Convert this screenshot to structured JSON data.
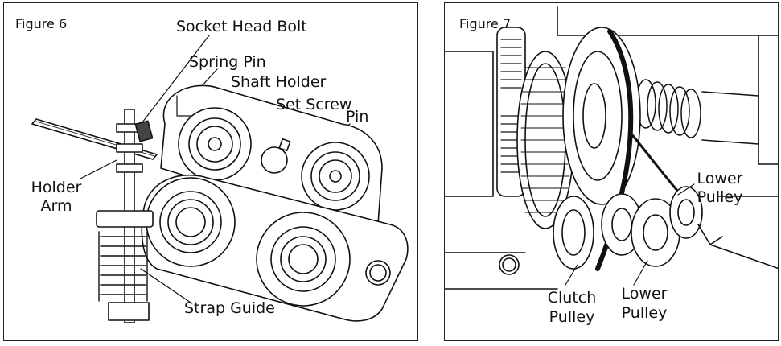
{
  "figure6": {
    "title": "Figure 6",
    "labels": {
      "socket_head_bolt": "Socket Head Bolt",
      "spring_pin": "Spring Pin",
      "shaft_holder": "Shaft Holder",
      "set_screw": "Set Screw",
      "pin": "Pin",
      "holder_arm_1": "Holder",
      "holder_arm_2": "Arm",
      "strap_guide": "Strap Guide"
    }
  },
  "figure7": {
    "title": "Figure 7",
    "labels": {
      "lower_pulley_right_1": "Lower",
      "lower_pulley_right_2": "Pulley",
      "clutch_pulley_1": "Clutch",
      "clutch_pulley_2": "Pulley",
      "lower_pulley_bottom_1": "Lower",
      "lower_pulley_bottom_2": "Pulley"
    }
  },
  "colors": {
    "line": "#111111",
    "background": "#ffffff"
  }
}
